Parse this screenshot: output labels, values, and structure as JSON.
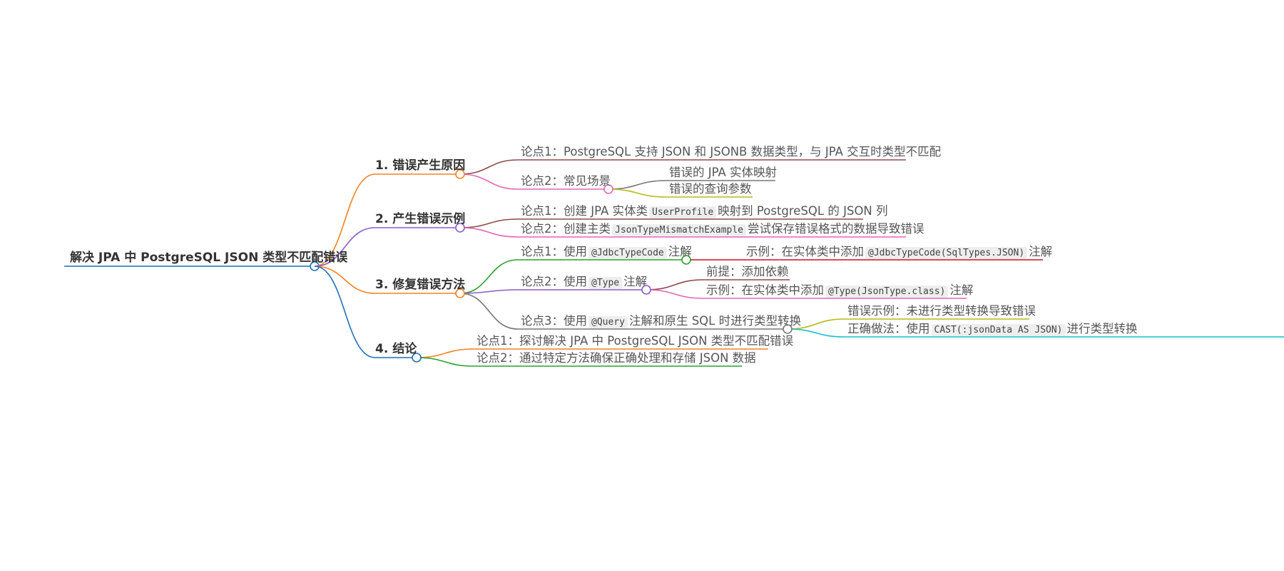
{
  "mindmap": {
    "root": "解决 JPA 中 PostgreSQL JSON 类型不匹配错误",
    "colors": {
      "root": "#1f6fb5",
      "orange": "#f58220",
      "purple": "#8a5cc6",
      "brown": "#8b4a4a",
      "pink": "#e066b5",
      "gray": "#777777",
      "olive": "#b8b81a",
      "green": "#2ca02c",
      "crimson": "#c8102e",
      "cyan": "#17becf",
      "blue": "#1f6fb5"
    },
    "branches": [
      {
        "label": "1. 错误产生原因",
        "items": [
          {
            "segments": [
              {
                "t": "论点1：PostgreSQL 支持 JSON 和 JSONB 数据类型，与 JPA 交互时类型不匹配"
              }
            ]
          },
          {
            "segments": [
              {
                "t": "论点2：常见场景"
              }
            ],
            "children": [
              {
                "segments": [
                  {
                    "t": "错误的 JPA 实体映射"
                  }
                ]
              },
              {
                "segments": [
                  {
                    "t": "错误的查询参数"
                  }
                ]
              }
            ]
          }
        ]
      },
      {
        "label": "2. 产生错误示例",
        "items": [
          {
            "segments": [
              {
                "t": "论点1：创建 JPA 实体类"
              },
              {
                "t": "UserProfile",
                "code": true
              },
              {
                "t": "映射到 PostgreSQL 的 JSON 列"
              }
            ]
          },
          {
            "segments": [
              {
                "t": "论点2：创建主类"
              },
              {
                "t": "JsonTypeMismatchExample",
                "code": true
              },
              {
                "t": "尝试保存错误格式的数据导致错误"
              }
            ]
          }
        ]
      },
      {
        "label": "3. 修复错误方法",
        "items": [
          {
            "segments": [
              {
                "t": "论点1：使用"
              },
              {
                "t": "@JdbcTypeCode",
                "code": true
              },
              {
                "t": "注解"
              }
            ],
            "children": [
              {
                "segments": [
                  {
                    "t": "示例：在实体类中添加"
                  },
                  {
                    "t": "@JdbcTypeCode(SqlTypes.JSON)",
                    "code": true
                  },
                  {
                    "t": "注解"
                  }
                ]
              }
            ]
          },
          {
            "segments": [
              {
                "t": "论点2：使用"
              },
              {
                "t": "@Type",
                "code": true
              },
              {
                "t": "注解"
              }
            ],
            "children": [
              {
                "segments": [
                  {
                    "t": "前提：添加依赖"
                  }
                ]
              },
              {
                "segments": [
                  {
                    "t": "示例：在实体类中添加"
                  },
                  {
                    "t": "@Type(JsonType.class)",
                    "code": true
                  },
                  {
                    "t": "注解"
                  }
                ]
              }
            ]
          },
          {
            "segments": [
              {
                "t": "论点3：使用"
              },
              {
                "t": "@Query",
                "code": true
              },
              {
                "t": "注解和原生 SQL 时进行类型转换"
              }
            ],
            "children": [
              {
                "segments": [
                  {
                    "t": "错误示例：未进行类型转换导致错误"
                  }
                ]
              },
              {
                "segments": [
                  {
                    "t": "正确做法：使用"
                  },
                  {
                    "t": "CAST(:jsonData AS JSON)",
                    "code": true
                  },
                  {
                    "t": "进行类型转换"
                  }
                ]
              }
            ]
          }
        ]
      },
      {
        "label": "4. 结论",
        "items": [
          {
            "segments": [
              {
                "t": "论点1：探讨解决 JPA 中 PostgreSQL JSON 类型不匹配错误"
              }
            ]
          },
          {
            "segments": [
              {
                "t": "论点2：通过特定方法确保正确处理和存储 JSON 数据"
              }
            ]
          }
        ]
      }
    ]
  }
}
